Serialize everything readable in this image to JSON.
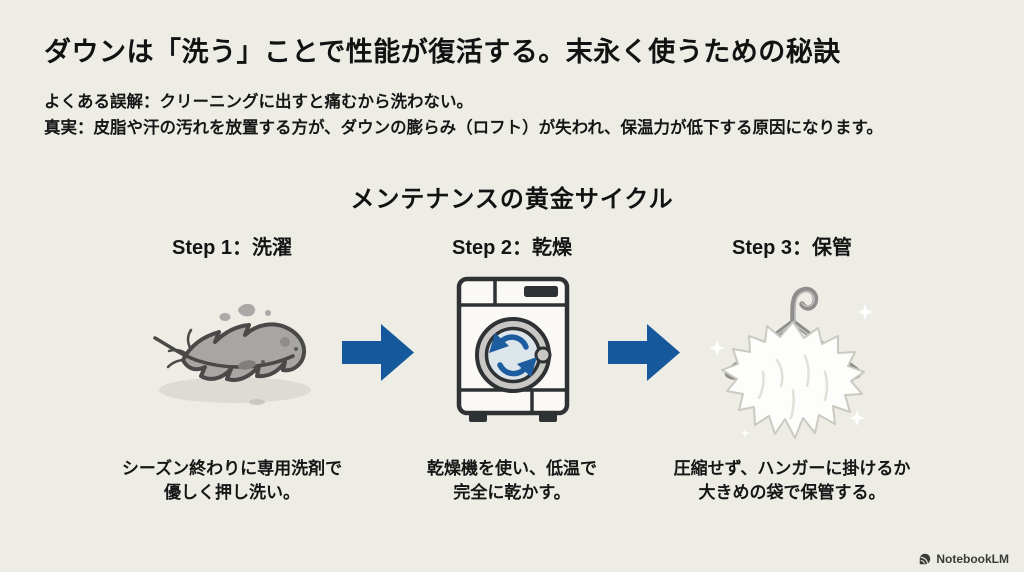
{
  "page": {
    "background_color": "#EDECE5",
    "text_color": "#141414",
    "accent_blue": "#15589B"
  },
  "title": "ダウンは「洗う」ことで性能が復活する。末永く使うための秘訣",
  "intro": {
    "misconception": "よくある誤解：クリーニングに出すと痛むから洗わない。",
    "truth": "真実：皮脂や汗の汚れを放置する方が、ダウンの膨らみ（ロフト）が失われ、保温力が低下する原因になります。"
  },
  "cycle": {
    "heading": "メンテナンスの黄金サイクル",
    "steps": [
      {
        "label": "Step 1：洗濯",
        "icon": "feather-icon",
        "caption": "シーズン終わりに専用洗剤で\n優しく押し洗い。"
      },
      {
        "label": "Step 2：乾燥",
        "icon": "dryer-icon",
        "caption": "乾燥機を使い、低温で\n完全に乾かす。"
      },
      {
        "label": "Step 3：保管",
        "icon": "hanger-down-icon",
        "caption": "圧縮せず、ハンガーに掛けるか\n大きめの袋で保管する。"
      }
    ],
    "arrow_color": "#15589B"
  },
  "footer": {
    "brand": "NotebookLM"
  }
}
